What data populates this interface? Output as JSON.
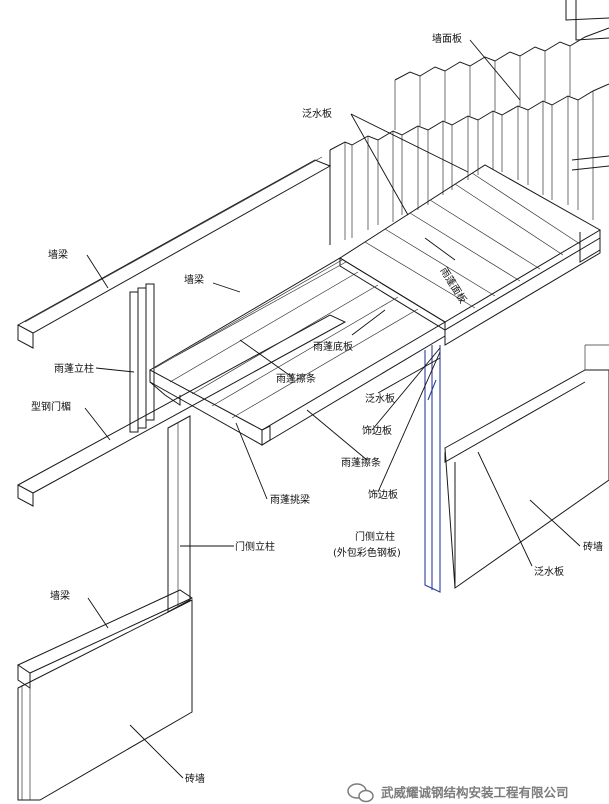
{
  "labels": {
    "wall_panel": "墙面板",
    "flashing_top": "泛水板",
    "wall_girt_left": "墙梁",
    "wall_girt_mid": "墙梁",
    "canopy_panel": "雨蓬面板",
    "canopy_soffit": "雨蓬底板",
    "canopy_post": "雨蓬立柱",
    "steel_channel_lintel": "型钢门楣",
    "canopy_purlin_1": "雨蓬擦条",
    "canopy_purlin_2": "雨蓬擦条",
    "flashing_mid": "泛水板",
    "trim_1": "饰边板",
    "trim_2": "饰边板",
    "canopy_cantilever": "雨蓬挑梁",
    "door_post": "门侧立柱",
    "door_post_note_1": "门侧立柱",
    "door_post_note_2": "(外包彩色钢板)",
    "parapet_wall_right": "砖墙",
    "flashing_bottom": "泛水板",
    "wall_girt_bottom": "墙梁",
    "brick_wall_bottom": "砖墙"
  },
  "watermark": "武威耀诚钢结构安装工程有限公司"
}
